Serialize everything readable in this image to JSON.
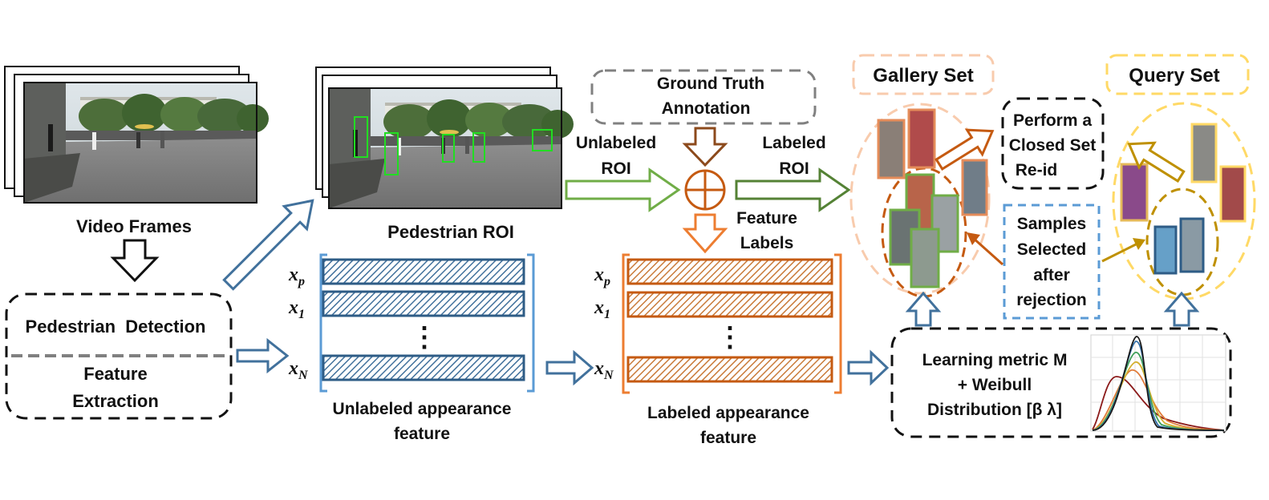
{
  "labels": {
    "video_frames": "Video Frames",
    "pedestrian_detection": "Pedestrian  Detection",
    "feature_extraction_1": "Feature",
    "feature_extraction_2": "Extraction",
    "pedestrian_roi": "Pedestrian ROI",
    "ground_truth_1": "Ground Truth",
    "ground_truth_2": "Annotation",
    "unlabeled_roi_1": "Unlabeled",
    "unlabeled_roi_2": "ROI",
    "labeled_roi_1": "Labeled",
    "labeled_roi_2": "ROI",
    "feature_labels_1": "Feature",
    "feature_labels_2": "Labels",
    "unlabeled_feature_1": "Unlabeled appearance",
    "unlabeled_feature_2": "feature",
    "labeled_feature_1": "Labeled appearance",
    "labeled_feature_2": "feature",
    "gallery_set": "Gallery Set",
    "query_set": "Query Set",
    "closed_set_1": "Perform a",
    "closed_set_2": "Closed Set",
    "closed_set_3": "Re-id",
    "samples_1": "Samples",
    "samples_2": "Selected",
    "samples_3": "after",
    "samples_4": "rejection",
    "learning_1": "Learning metric M",
    "learning_2": "+ Weibull",
    "learning_3": "Distribution [β λ]",
    "vdots": "⋮"
  },
  "matrix_labels": {
    "xp": "x",
    "xp_sub": "p",
    "x1": "x",
    "x1_sub": "1",
    "xN": "x",
    "xN_sub": "N"
  },
  "colors": {
    "blue": "#41719c",
    "blue_light": "#5b9bd5",
    "orange": "#ed7d31",
    "orange_dark": "#c55a11",
    "green": "#70ad47",
    "green_dark": "#548235",
    "gold": "#bf9000",
    "gold_light": "#ffd966",
    "peach": "#f8cbad",
    "gray": "#808080",
    "black": "#111111"
  }
}
